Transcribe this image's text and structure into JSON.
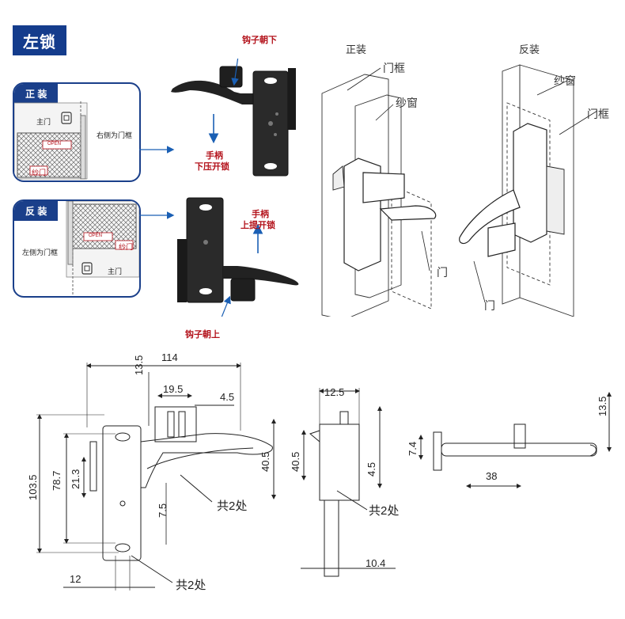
{
  "title": "左锁",
  "panels": {
    "front": {
      "tab": "正 装",
      "main_door": "主门",
      "side_note": "右侧为门框",
      "screen_door": "纱门",
      "open_tag": "OPEN"
    },
    "back": {
      "tab": "反 装",
      "main_door": "主门",
      "side_note": "左侧为门框",
      "screen_door": "纱门",
      "open_tag": "OPEN"
    }
  },
  "callouts": {
    "hook_down": "钩子朝下",
    "press_line1": "手柄",
    "press_line2": "下压开锁",
    "lift_line1": "手柄",
    "lift_line2": "上提开锁",
    "hook_up": "钩子朝上"
  },
  "iso": {
    "front_title": "正装",
    "back_title": "反装",
    "frame_left": "门框",
    "screen_left": "纱窗",
    "door_left": "门",
    "screen_right": "纱窗",
    "frame_right": "门框",
    "door_right": "门"
  },
  "dims": {
    "d114": "114",
    "d13_5a": "13.5",
    "d19_5": "19.5",
    "d4_5a": "4.5",
    "d103_5": "103.5",
    "d78_7": "78.7",
    "d21_3": "21.3",
    "d40_5a": "40.5",
    "d7_5": "7.5",
    "d12": "12",
    "both2a": "共2处",
    "both2b": "共2处",
    "d12_5": "12.5",
    "d40_5b": "40.5",
    "d4_5b": "4.5",
    "both2c": "共2处",
    "d10_4": "10.4",
    "d13_5b": "13.5",
    "d7_4": "7.4",
    "d38": "38"
  }
}
